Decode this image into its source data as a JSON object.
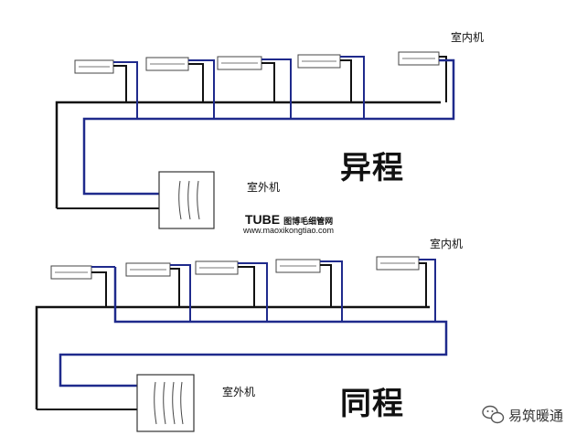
{
  "diagram_top": {
    "indoor_label": "室内机",
    "outdoor_label": "室外机",
    "title": "异程"
  },
  "diagram_bottom": {
    "indoor_label": "室内机",
    "outdoor_label": "室外机",
    "title": "同程"
  },
  "watermark_mid": {
    "brand": "TUBE",
    "brand_cn": "图博毛细管网",
    "url": "www.maoxikongtiao.com"
  },
  "watermark_corner": {
    "icon": "wechat-icon",
    "text": "易筑暖通"
  },
  "colors": {
    "supply_pipe": "#111111",
    "return_pipe": "#1f2a8c",
    "unit_outline": "#444444"
  }
}
